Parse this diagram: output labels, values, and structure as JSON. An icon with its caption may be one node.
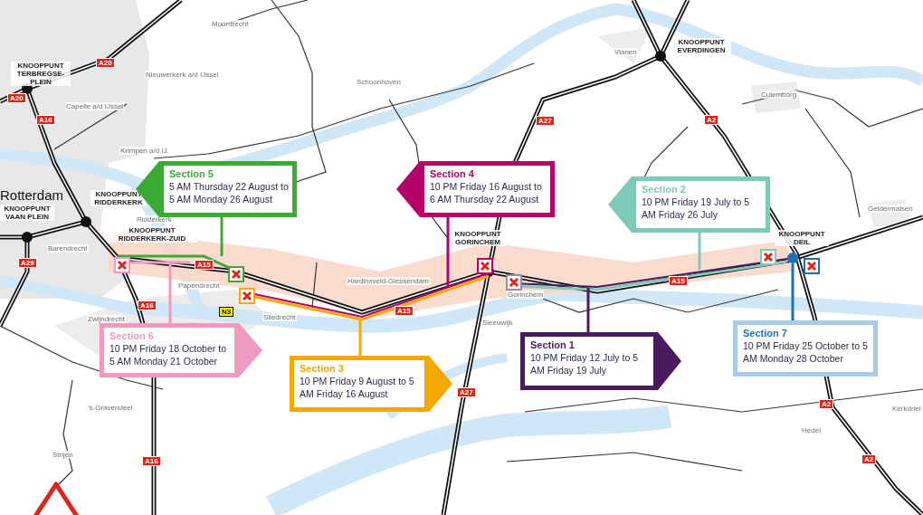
{
  "diagram": {
    "nodes": [
      {
        "text": [
          "Section 5",
          "5 AM Thursday 22 August to 5 AM Monday 26 August"
        ]
      },
      {
        "text": [
          "Section 4",
          "10 PM Friday 16 August to 6 AM Thursday 22 August"
        ]
      },
      {
        "text": [
          "Section 2",
          "10 PM Friday 19 July to 5 AM Friday 26 July"
        ]
      },
      {
        "text": [
          "Section 6",
          "10 PM Friday 18 October to 5 AM Monday 21 October"
        ]
      },
      {
        "text": [
          "Section 3",
          "10 PM Friday 9 August to 5 AM Friday 16 August"
        ]
      },
      {
        "text": [
          "Section 1",
          "10 PM Friday 12 July to 5 AM Friday 19 July"
        ]
      },
      {
        "text": [
          "Section 7",
          "10 PM Friday 25 October to 5 AM Monday 28 October"
        ]
      },
      {
        "text": [],
        "shape": "circle"
      }
    ],
    "edges": [
      {
        "from": 0,
        "to": null,
        "arrow": "none",
        "color": "#3aaa35"
      },
      {
        "from": 1,
        "to": null,
        "arrow": "none",
        "color": "#b5006a"
      },
      {
        "from": 2,
        "to": null,
        "arrow": "none",
        "color": "#7fc9b8"
      },
      {
        "from": 3,
        "to": null,
        "arrow": "none",
        "color": "#f09ac2"
      },
      {
        "from": 4,
        "to": null,
        "arrow": "none",
        "color": "#f5a800"
      },
      {
        "from": 5,
        "to": null,
        "arrow": "none",
        "color": "#4a1a5e"
      },
      {
        "from": 6,
        "to": 7,
        "arrow": "none",
        "color": "#1f6fb5"
      }
    ],
    "labels": [
      "Moordrecht",
      "KNOOPPUNT TERBREGSE-PLEIN",
      "A20",
      "Nieuwerkerk a/d IJssel",
      "Schoonhoven",
      "Vianen",
      "KNOOPPUNT EVERDINGEN",
      "A20",
      "Capelle a/d IJssel",
      "A16",
      "A27",
      "A2",
      "Culemborg",
      "Krimpen a/d IJ.",
      "Rotterdam",
      "KNOOPPUNT RIDDERKERK",
      "KNOOPPUNT VAAN PLEIN",
      "Ridderkerk",
      "Geldermalsen",
      "KNOOPPUNT RIDDERKERK-ZUID",
      "KNOOPPUNT GORINCHEM",
      "KNOOPPUNT DEIL",
      "Barendrecht",
      "A29",
      "A15",
      "Papendrecht",
      "Hardinxveld-Giessendam",
      "A15",
      "A15",
      "Gorinchem",
      "A16",
      "N3",
      "Zwijndrecht",
      "Sliedrecht",
      "Sleeuwijk",
      "'s-Gravendeel",
      "A27",
      "A2",
      "Kerkdriel",
      "Hedel",
      "Strijen",
      "A16",
      "A2"
    ]
  }
}
